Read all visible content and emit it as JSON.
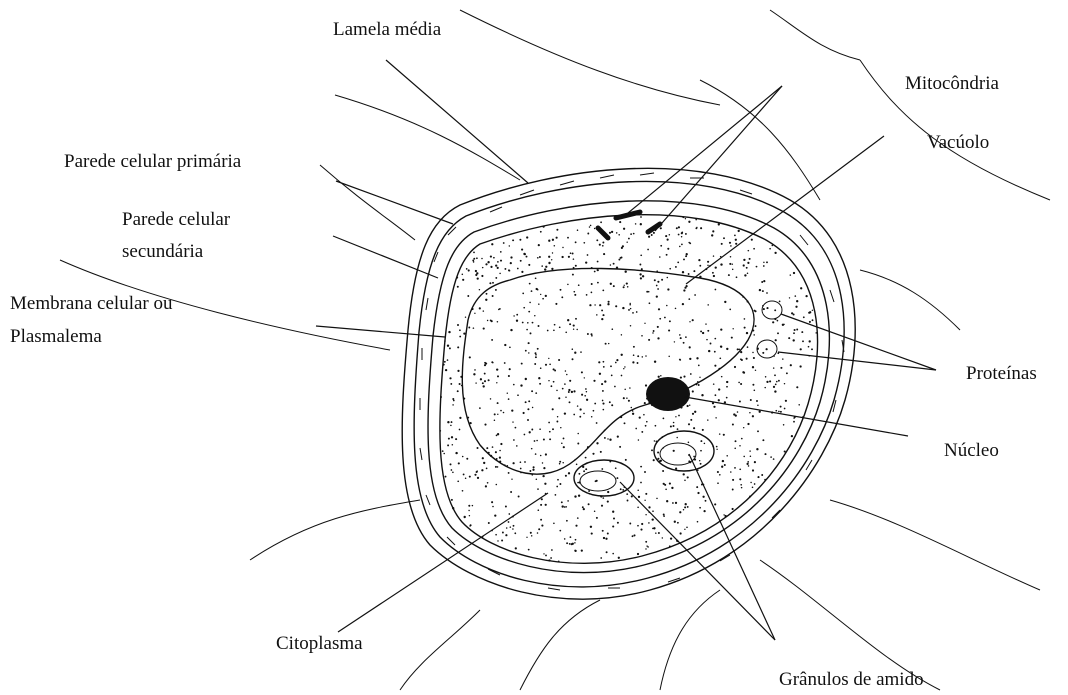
{
  "labels": {
    "lamela_media": "Lamela média",
    "mitocondria": "Mitocôndria",
    "vacuolo": "Vacúolo",
    "parede_primaria": "Parede celular primária",
    "parede_secundaria_1": "Parede celular",
    "parede_secundaria_2": "secundária",
    "membrana_1": "Membrana celular ou",
    "membrana_2": "Plasmalema",
    "proteinas": "Proteínas",
    "nucleo": "Núcleo",
    "citoplasma": "Citoplasma",
    "granulos": "Grânulos de amido"
  },
  "colors": {
    "ink": "#111111",
    "background": "#ffffff"
  }
}
